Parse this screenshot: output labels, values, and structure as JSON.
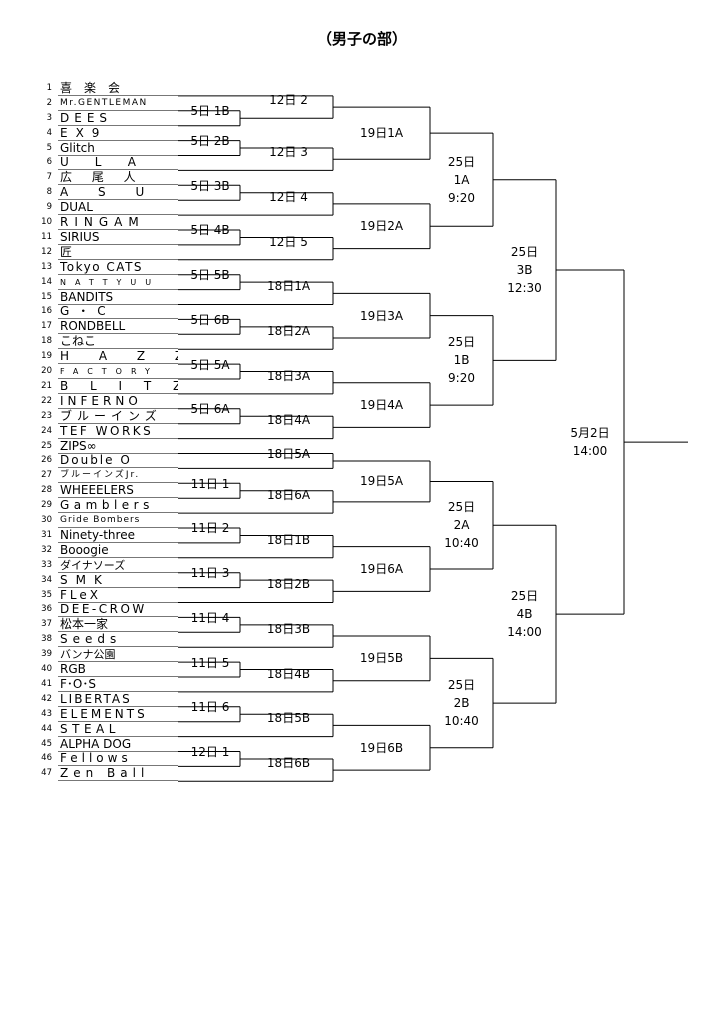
{
  "title": "（男子の部）",
  "teams": [
    {
      "num": "1",
      "name": "喜　楽　会",
      "ls": "0"
    },
    {
      "num": "2",
      "name": "Mr.GENTLEMAN",
      "ls": "1.5px",
      "fs": "9px"
    },
    {
      "num": "3",
      "name": "DEES",
      "ls": "5px"
    },
    {
      "num": "4",
      "name": "EX9",
      "ls": "8px"
    },
    {
      "num": "5",
      "name": "Glitch",
      "ls": "0"
    },
    {
      "num": "6",
      "name": "ULA",
      "ls": "26px"
    },
    {
      "num": "7",
      "name": "広 尾 人",
      "ls": "8px"
    },
    {
      "num": "8",
      "name": "A S U",
      "ls": "13px"
    },
    {
      "num": "9",
      "name": "DUAL",
      "ls": "0"
    },
    {
      "num": "10",
      "name": "RINGAM",
      "ls": "6px"
    },
    {
      "num": "11",
      "name": "SIRIUS",
      "ls": "0"
    },
    {
      "num": "12",
      "name": "匠",
      "ls": "0"
    },
    {
      "num": "13",
      "name": "Tokyo CATS",
      "ls": "1.5px"
    },
    {
      "num": "14",
      "name": "NATTYUU",
      "ls": "9px",
      "fs": "8px"
    },
    {
      "num": "15",
      "name": "BANDITS",
      "ls": "0"
    },
    {
      "num": "16",
      "name": "G・C",
      "ls": "8px"
    },
    {
      "num": "17",
      "name": "RONDBELL",
      "ls": "0"
    },
    {
      "num": "18",
      "name": "こねこ",
      "ls": "0"
    },
    {
      "num": "19",
      "name": "H A Z Z",
      "ls": "13px"
    },
    {
      "num": "20",
      "name": "FACTORY",
      "ls": "9px",
      "fs": "8px"
    },
    {
      "num": "21",
      "name": "B L I T Z",
      "ls": "9px"
    },
    {
      "num": "22",
      "name": "INFERNO",
      "ls": "4px"
    },
    {
      "num": "23",
      "name": "ブルーインズ",
      "ls": "5px"
    },
    {
      "num": "24",
      "name": "TEF WORKS",
      "ls": "2.5px"
    },
    {
      "num": "25",
      "name": "ZIPS∞",
      "ls": "0"
    },
    {
      "num": "26",
      "name": "Double O",
      "ls": "2px"
    },
    {
      "num": "27",
      "name": "ブルーインズJr.",
      "ls": "2px",
      "fs": "9px"
    },
    {
      "num": "28",
      "name": "WHEEELERS",
      "ls": "0"
    },
    {
      "num": "29",
      "name": "Gamblers",
      "ls": "4.5px"
    },
    {
      "num": "30",
      "name": "Gride Bombers",
      "ls": "1px",
      "fs": "9px"
    },
    {
      "num": "31",
      "name": "Ninety-three",
      "ls": "0"
    },
    {
      "num": "32",
      "name": "Booogie",
      "ls": "0"
    },
    {
      "num": "33",
      "name": "ダイナソーズ",
      "ls": "0",
      "fs": "11px"
    },
    {
      "num": "34",
      "name": "SMK",
      "ls": "8px"
    },
    {
      "num": "35",
      "name": "FLeX",
      "ls": "3px"
    },
    {
      "num": "36",
      "name": "DEE-CROW",
      "ls": "2.5px"
    },
    {
      "num": "37",
      "name": "松本一家",
      "ls": "0"
    },
    {
      "num": "38",
      "name": "Seeds",
      "ls": "5px"
    },
    {
      "num": "39",
      "name": "バンナ公園",
      "ls": "0",
      "fs": "11px"
    },
    {
      "num": "40",
      "name": "RGB",
      "ls": "0"
    },
    {
      "num": "41",
      "name": "F･O･S",
      "ls": "0"
    },
    {
      "num": "42",
      "name": "LIBERTAS",
      "ls": "2px"
    },
    {
      "num": "43",
      "name": "ELEMENTS",
      "ls": "3px"
    },
    {
      "num": "44",
      "name": "STEAL",
      "ls": "4.5px"
    },
    {
      "num": "45",
      "name": "ALPHA DOG",
      "ls": "0"
    },
    {
      "num": "46",
      "name": "Fellows",
      "ls": "4px"
    },
    {
      "num": "47",
      "name": "Zen  Ball",
      "ls": "5px"
    }
  ],
  "r1": [
    "5日 1B",
    "5日 2B",
    "5日 3B",
    "5日 4B",
    "5日 5B",
    "5日 6B",
    "5日 5A",
    "5日 6A",
    "11日 1",
    "11日 2",
    "11日 3",
    "11日 4",
    "11日 5",
    "11日 6",
    "12日 1"
  ],
  "r2": [
    "12日 2",
    "12日 3",
    "12日 4",
    "12日 5",
    "18日1A",
    "18日2A",
    "18日3A",
    "18日4A",
    "18日5A",
    "18日6A",
    "18日1B",
    "18日2B",
    "18日3B",
    "18日4B",
    "18日5B",
    "18日6B"
  ],
  "r3": [
    "19日1A",
    "19日2A",
    "19日3A",
    "19日4A",
    "19日5A",
    "19日6A",
    "19日5B",
    "19日6B"
  ],
  "r4": [
    [
      "25日",
      "1A",
      "9:20"
    ],
    [
      "25日",
      "1B",
      "9:20"
    ],
    [
      "25日",
      "2A",
      "10:40"
    ],
    [
      "25日",
      "2B",
      "10:40"
    ]
  ],
  "r5": [
    [
      "25日",
      "3B",
      "12:30"
    ],
    [
      "25日",
      "4B",
      "14:00"
    ]
  ],
  "final": [
    "5月2日",
    "14:00"
  ]
}
